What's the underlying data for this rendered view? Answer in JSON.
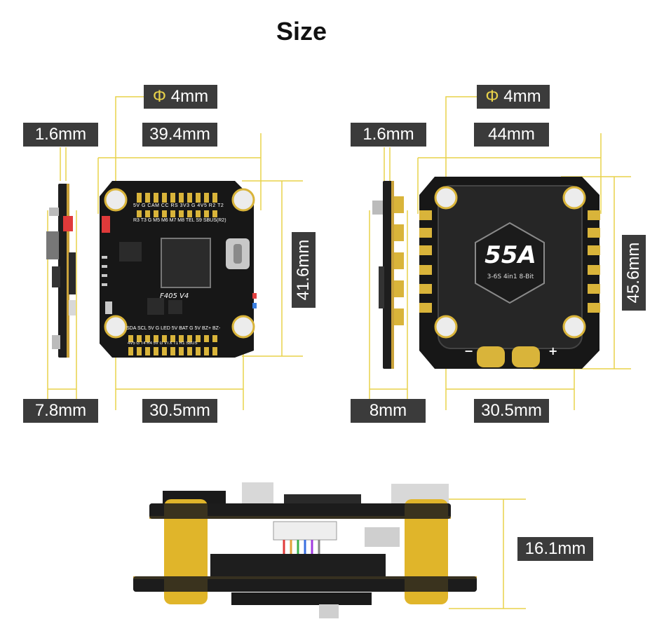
{
  "title": "Size",
  "fc": {
    "hole_diameter": "4mm",
    "thickness": "1.6mm",
    "width": "39.4mm",
    "height": "41.6mm",
    "side_height": "7.8mm",
    "mount_spacing": "30.5mm",
    "model": "F405 V4",
    "pads_top_1": "5V G CAM CC RS 3V3 G 4V5 R2 T2",
    "pads_top_2": "R3 T3 G M5 M6 M7 M8 TEL S9 SBUS(R2)",
    "pads_bottom_1": "SDA SCL 5V G LED 5V BAT G 5V BZ+ BZ-",
    "pads_bottom_2": "4V5 G T4 R4 5V G VTX T1 R1 SBUS"
  },
  "esc": {
    "hole_diameter": "4mm",
    "thickness": "1.6mm",
    "width": "44mm",
    "height": "45.6mm",
    "side_height": "8mm",
    "mount_spacing": "30.5mm",
    "current": "55A",
    "spec": "3-6S 4in1 8-Bit"
  },
  "stack": {
    "height": "16.1mm"
  },
  "colors": {
    "label_bg": "#3b3b3b",
    "dim_line": "#e8d24a",
    "board": "#1a1a1a",
    "gold": "#d9b43a"
  }
}
